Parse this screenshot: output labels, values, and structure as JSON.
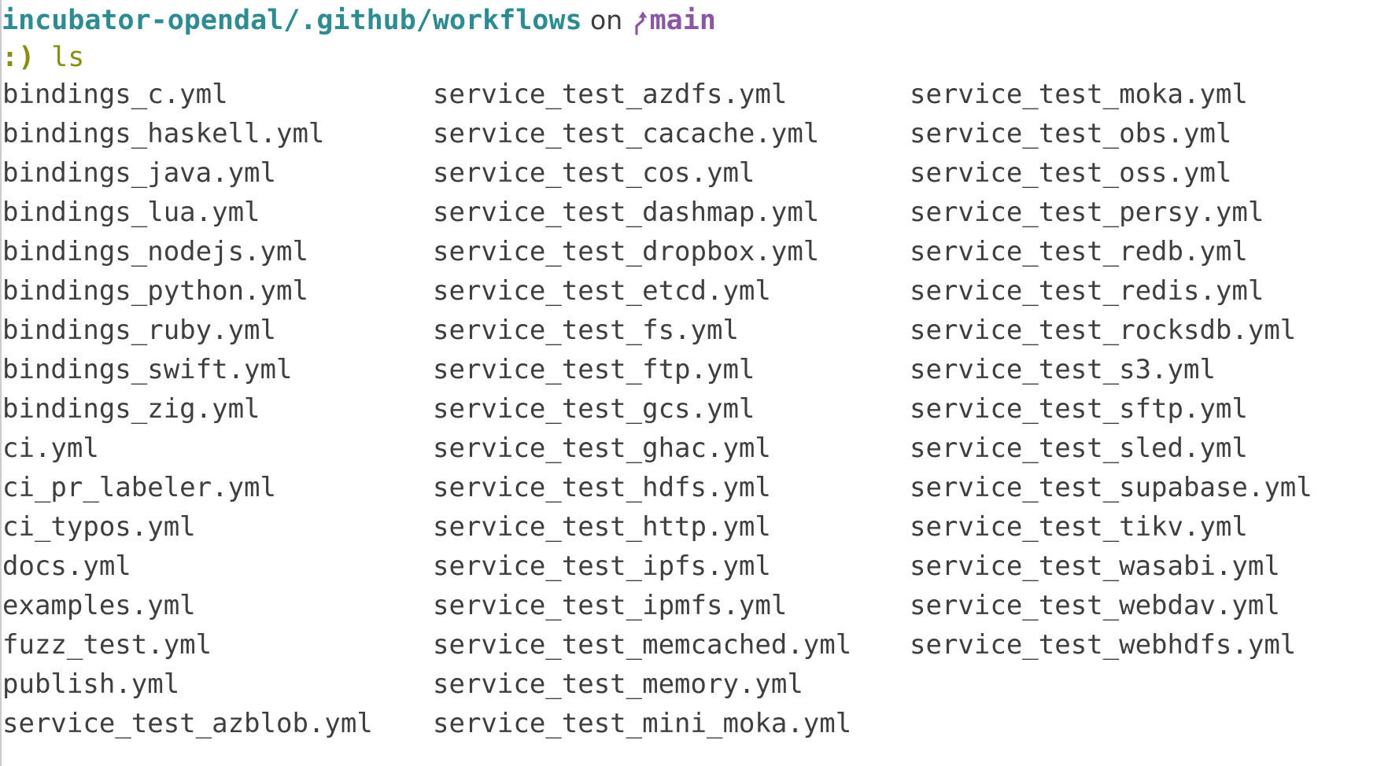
{
  "terminal": {
    "background_color": "#ffffff",
    "foreground_color": "#3f3f3f"
  },
  "prompt": {
    "path": "incubator-opendal/.github/workflows",
    "path_color": "#2e8b91",
    "separator_word": "on",
    "separator_color": "#3c3c3c",
    "branch_icon": "git-branch-icon",
    "branch_name": "main",
    "branch_color": "#8b56a8",
    "status_face": ":)",
    "status_face_color": "#888f14",
    "command": "ls",
    "command_color": "#888f14"
  },
  "listing": {
    "columns": [
      [
        "bindings_c.yml",
        "bindings_haskell.yml",
        "bindings_java.yml",
        "bindings_lua.yml",
        "bindings_nodejs.yml",
        "bindings_python.yml",
        "bindings_ruby.yml",
        "bindings_swift.yml",
        "bindings_zig.yml",
        "ci.yml",
        "ci_pr_labeler.yml",
        "ci_typos.yml",
        "docs.yml",
        "examples.yml",
        "fuzz_test.yml",
        "publish.yml",
        "service_test_azblob.yml"
      ],
      [
        "service_test_azdfs.yml",
        "service_test_cacache.yml",
        "service_test_cos.yml",
        "service_test_dashmap.yml",
        "service_test_dropbox.yml",
        "service_test_etcd.yml",
        "service_test_fs.yml",
        "service_test_ftp.yml",
        "service_test_gcs.yml",
        "service_test_ghac.yml",
        "service_test_hdfs.yml",
        "service_test_http.yml",
        "service_test_ipfs.yml",
        "service_test_ipmfs.yml",
        "service_test_memcached.yml",
        "service_test_memory.yml",
        "service_test_mini_moka.yml"
      ],
      [
        "service_test_moka.yml",
        "service_test_obs.yml",
        "service_test_oss.yml",
        "service_test_persy.yml",
        "service_test_redb.yml",
        "service_test_redis.yml",
        "service_test_rocksdb.yml",
        "service_test_s3.yml",
        "service_test_sftp.yml",
        "service_test_sled.yml",
        "service_test_supabase.yml",
        "service_test_tikv.yml",
        "service_test_wasabi.yml",
        "service_test_webdav.yml",
        "service_test_webhdfs.yml"
      ]
    ]
  }
}
